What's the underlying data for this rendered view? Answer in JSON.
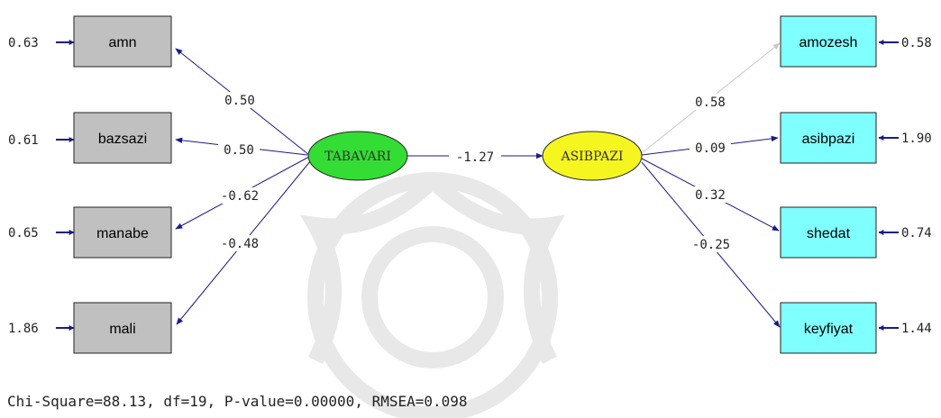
{
  "latent": {
    "left": {
      "label": "TABAVARI",
      "color": "#33dd33"
    },
    "right": {
      "label": "ASIBPAZI",
      "color": "#f5f520"
    }
  },
  "structural": {
    "label": "-1.27"
  },
  "left_indicators": [
    {
      "name": "amn",
      "loading": "0.50",
      "error": "0.63"
    },
    {
      "name": "bazsazi",
      "loading": "0.50",
      "error": "0.61"
    },
    {
      "name": "manabe",
      "loading": "-0.62",
      "error": "0.65"
    },
    {
      "name": "mali",
      "loading": "-0.48",
      "error": "1.86"
    }
  ],
  "right_indicators": [
    {
      "name": "amozesh",
      "loading": "0.58",
      "error": "0.58"
    },
    {
      "name": "asibpazi",
      "loading": "0.09",
      "error": "1.90"
    },
    {
      "name": "shedat",
      "loading": "0.32",
      "error": "0.74"
    },
    {
      "name": "keyfiyat",
      "loading": "-0.25",
      "error": "1.44"
    }
  ],
  "colors": {
    "left_box": "#c0c0c0",
    "right_box": "#80ffff",
    "arrow": "#1a1a8a",
    "faded_arrow": "#c8c8c8"
  },
  "fit_stats": "Chi-Square=88.13, df=19, P-value=0.00000, RMSEA=0.098"
}
